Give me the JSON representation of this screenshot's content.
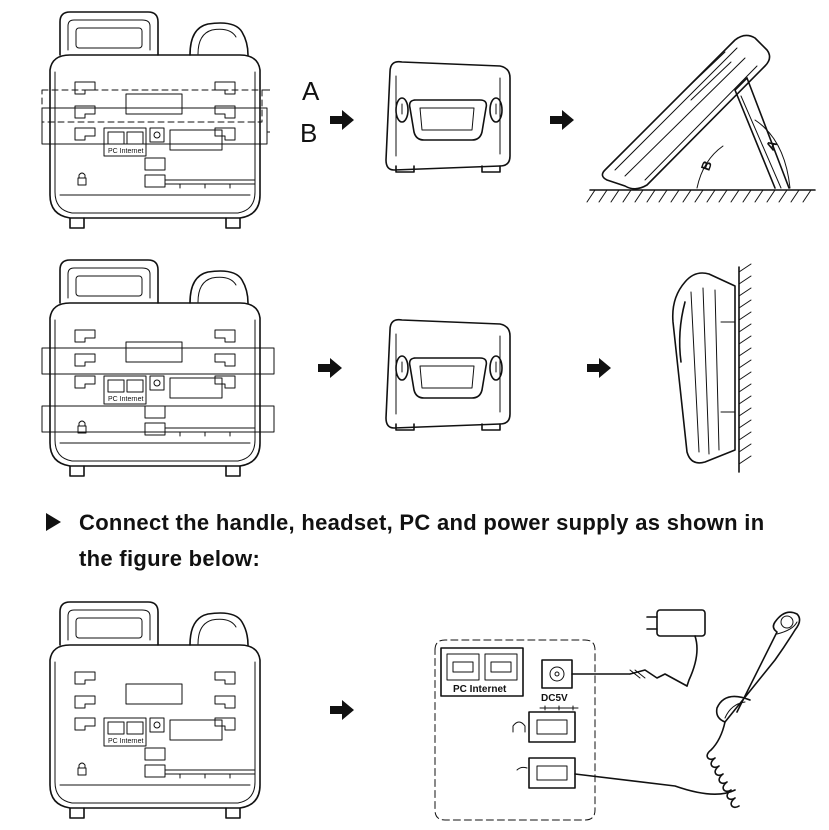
{
  "labels": {
    "a": "A",
    "b": "B"
  },
  "instruction": {
    "line1": "Connect the handle, headset, PC and power supply as shown in",
    "line2": "the figure below:"
  },
  "ports": {
    "pc": "PC",
    "internet": "Internet",
    "pc_internet": "PC Internet",
    "dc": "DC5V"
  },
  "icons": [
    "arrow-right-icon",
    "arrow-right-icon",
    "arrow-right-icon",
    "arrow-right-icon",
    "arrow-right-icon",
    "bullet-triangle-icon",
    "power-adapter-icon",
    "handset-icon",
    "headset-icon",
    "lock-icon"
  ]
}
